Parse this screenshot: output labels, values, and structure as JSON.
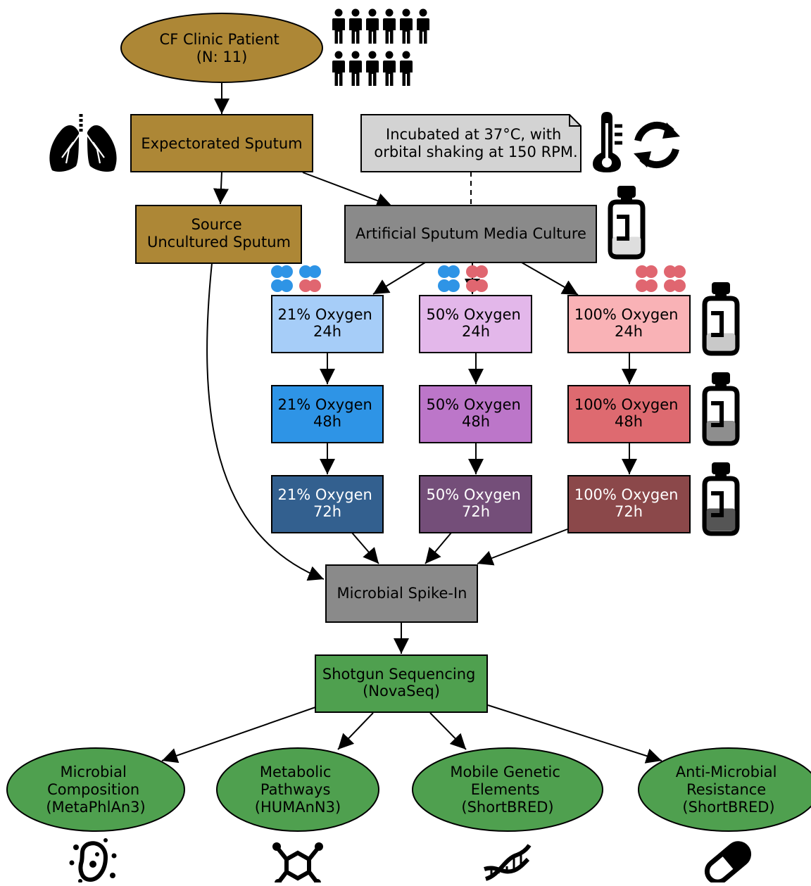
{
  "colors": {
    "brown": "#ad8736",
    "gray_node": "#8a8a8a",
    "note_fill": "#d3d3d3",
    "green": "#4fa04f",
    "o21_24": "#a6cdf8",
    "o21_48": "#2e94e6",
    "o21_72": "#33608f",
    "o50_24": "#e3b7ea",
    "o50_48": "#bc76c9",
    "o50_72": "#744e79",
    "o100_24": "#f9b2b6",
    "o100_48": "#de6a70",
    "o100_72": "#8b484a",
    "blue_dot": "#2e94e6",
    "red_dot": "#e06670"
  },
  "nodes": {
    "patient": [
      "CF Clinic Patient",
      "(N: 11)"
    ],
    "expectorated": [
      "Expectorated Sputum"
    ],
    "source": [
      "Source",
      "Uncultured Sputum"
    ],
    "asm": [
      "Artificial Sputum Media Culture"
    ],
    "note": [
      "Incubated at 37°C, with",
      "orbital shaking at 150 RPM."
    ],
    "o21_24": [
      "21% Oxygen",
      "24h"
    ],
    "o21_48": [
      "21% Oxygen",
      "48h"
    ],
    "o21_72": [
      "21% Oxygen",
      "72h"
    ],
    "o50_24": [
      "50% Oxygen",
      "24h"
    ],
    "o50_48": [
      "50% Oxygen",
      "48h"
    ],
    "o50_72": [
      "50% Oxygen",
      "72h"
    ],
    "o100_24": [
      "100% Oxygen",
      "24h"
    ],
    "o100_48": [
      "100% Oxygen",
      "48h"
    ],
    "o100_72": [
      "100% Oxygen",
      "72h"
    ],
    "spike": [
      "Microbial Spike-In"
    ],
    "shotgun": [
      "Shotgun Sequencing",
      "(NovaSeq)"
    ],
    "composition": [
      "Microbial",
      "Composition",
      "(MetaPhlAn3)"
    ],
    "pathways": [
      "Metabolic",
      "Pathways",
      "(HUMAnN3)"
    ],
    "mobile": [
      "Mobile Genetic",
      "Elements",
      "(ShortBRED)"
    ],
    "amr": [
      "Anti-Microbial",
      "Resistance",
      "(ShortBRED)"
    ]
  },
  "oxygen_dots": {
    "o21": [
      "blue",
      "blue",
      "blue",
      "blue",
      "blue",
      "blue",
      "red",
      "red"
    ],
    "o50": [
      "blue",
      "blue",
      "blue",
      "blue",
      "red",
      "red",
      "red",
      "red"
    ],
    "o100": [
      "red",
      "red",
      "red",
      "red",
      "red",
      "red",
      "red",
      "red"
    ]
  },
  "patients_icon": {
    "row1": 6,
    "row2": 5
  },
  "bottle_levels": {
    "asm": 0.35,
    "t24": 0.35,
    "t48": 0.4,
    "t72": 0.45
  },
  "icons": {
    "patients": "people-icon",
    "lungs": "lungs-icon",
    "thermometer": "thermometer-icon",
    "shaking": "rotate-arrows-icon",
    "bottle": "media-bottle-icon",
    "microbe": "microbe-icon",
    "molecule": "molecule-icon",
    "dna": "dna-icon",
    "pill": "pill-icon"
  }
}
